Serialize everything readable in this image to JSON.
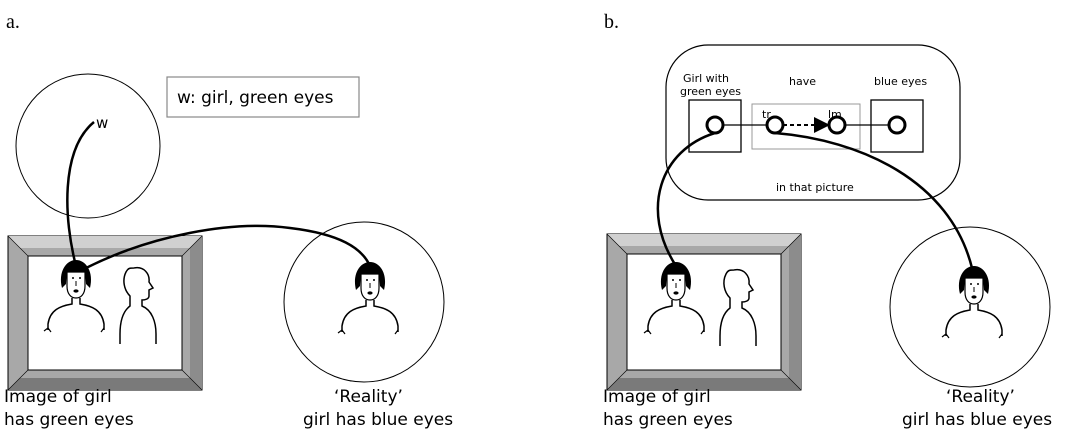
{
  "panel_a": {
    "label": "a.",
    "mental_space_marker": "w",
    "note_box": "w: girl, green eyes",
    "caption_image_line1": "Image of girl",
    "caption_image_line2": "has green eyes",
    "caption_reality_line1": "‘Reality’",
    "caption_reality_line2": "girl has blue eyes"
  },
  "panel_b": {
    "label": "b.",
    "box_girl_line1": "Girl with",
    "box_girl_line2": "green eyes",
    "have_label": "have",
    "tr_label": "tr",
    "lm_label": "lm",
    "blue_eyes_label": "blue eyes",
    "scope_label": "in that picture",
    "caption_image_line1": "Image of girl",
    "caption_image_line2": "has green eyes",
    "caption_reality_line1": "‘Reality’",
    "caption_reality_line2": "girl has blue eyes"
  }
}
